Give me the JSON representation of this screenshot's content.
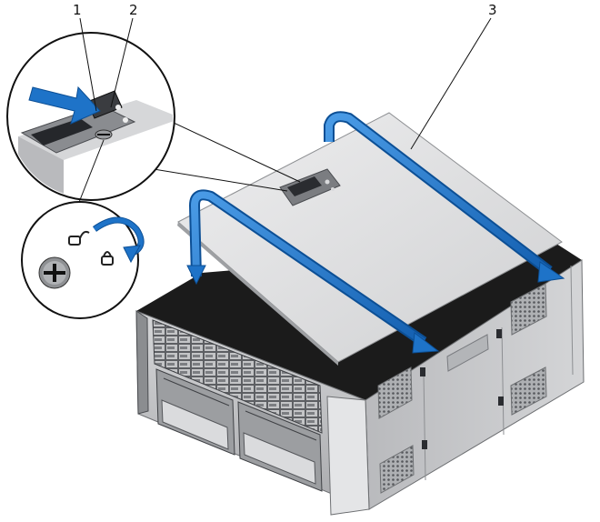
{
  "callouts": [
    {
      "number": "1"
    },
    {
      "number": "2"
    },
    {
      "number": "3"
    }
  ],
  "colors": {
    "arrow": "#1e73c8",
    "cover": "#dedfe1",
    "chassis": "#c9cacc",
    "dark": "#1a1a1a"
  },
  "icons": {
    "lock_open": "lock-open-icon",
    "lock_closed": "lock-closed-icon",
    "release_latch": "release-latch-icon",
    "rotate_arrow": "rotate-arrow-icon"
  }
}
